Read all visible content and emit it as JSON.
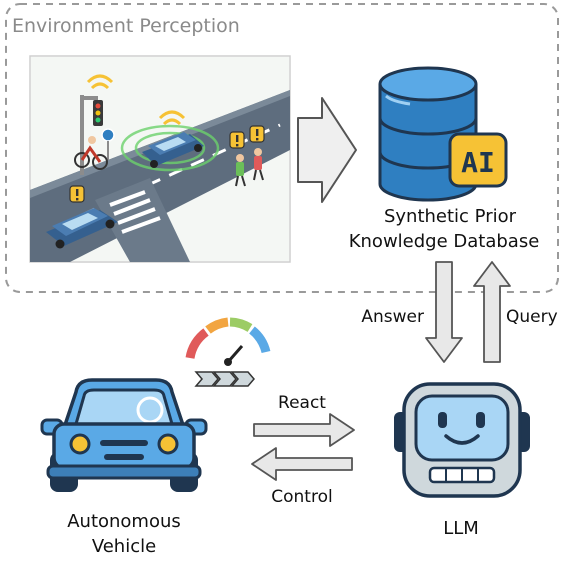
{
  "perception_group": {
    "title": "Environment Perception"
  },
  "database": {
    "label_line1": "Synthetic Prior",
    "label_line2": "Knowledge Database",
    "badge": "AI"
  },
  "links": {
    "answer": "Answer",
    "query": "Query",
    "react": "React",
    "control": "Control"
  },
  "vehicle": {
    "label_line1": "Autonomous",
    "label_line2": "Vehicle"
  },
  "llm": {
    "label": "LLM"
  },
  "colors": {
    "db_blue": "#2f7fc1",
    "db_dark": "#1f3650",
    "ai_yellow": "#f6c235",
    "car_blue": "#5aa9e6",
    "robot_face": "#a9d6f5",
    "arrow_fill": "#e8e8e8",
    "road": "#5e6d7e",
    "dash_border": "#9a9a9a"
  },
  "icons": [
    "database-icon",
    "ai-badge-icon",
    "car-icon",
    "robot-icon",
    "speedometer-icon",
    "traffic-scene-image"
  ]
}
